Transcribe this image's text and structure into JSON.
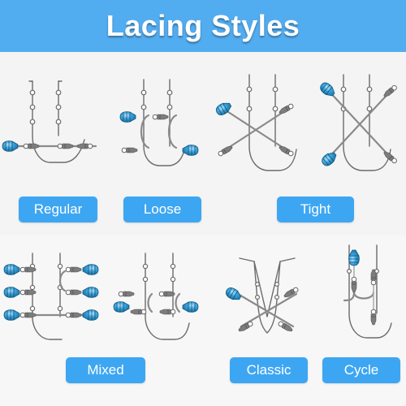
{
  "header": {
    "title": "Lacing Styles"
  },
  "styles": [
    {
      "label": "Regular"
    },
    {
      "label": "Loose"
    },
    {
      "label": "Tight"
    },
    {
      "label": "Mixed"
    },
    {
      "label": "Classic"
    },
    {
      "label": "Cycle"
    }
  ],
  "colors": {
    "header_bg": "#52acf0",
    "button_bg": "#3da6f2",
    "clip_blue": "#2f8fc7",
    "outline": "#6b6b6b"
  }
}
